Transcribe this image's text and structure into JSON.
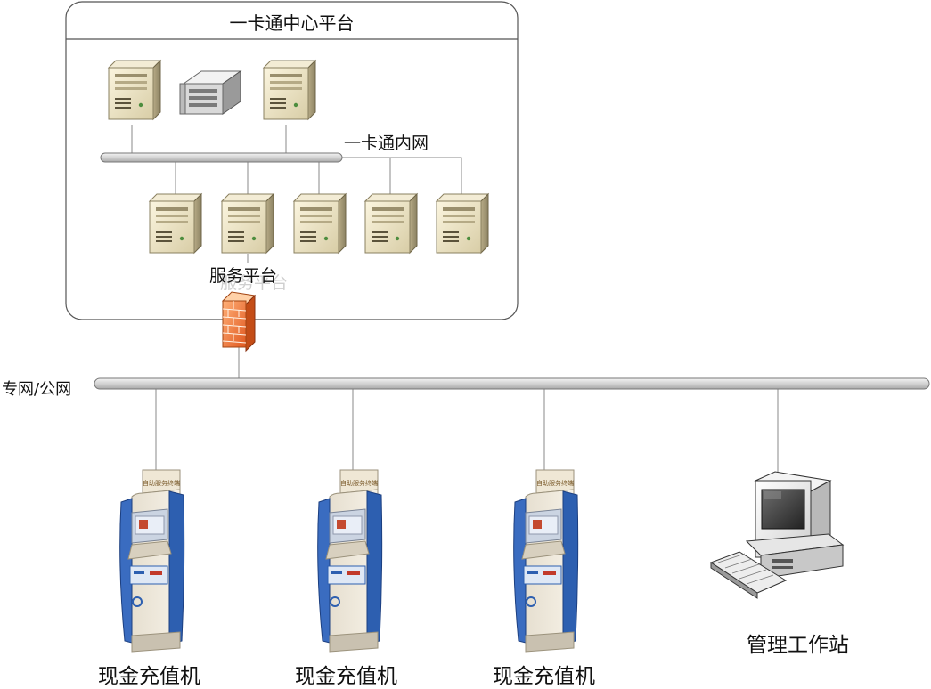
{
  "center": {
    "title": "一卡通中心平台"
  },
  "intranet": {
    "label": "一卡通内网"
  },
  "service_platform": {
    "label": "服务平台"
  },
  "wan": {
    "label": "专网/公网"
  },
  "kiosks": [
    {
      "label": "现金充值机",
      "sign": "自助服务终端"
    },
    {
      "label": "现金充值机",
      "sign": "自助服务终端"
    },
    {
      "label": "现金充值机",
      "sign": "自助服务终端"
    }
  ],
  "workstation": {
    "label": "管理工作站"
  }
}
